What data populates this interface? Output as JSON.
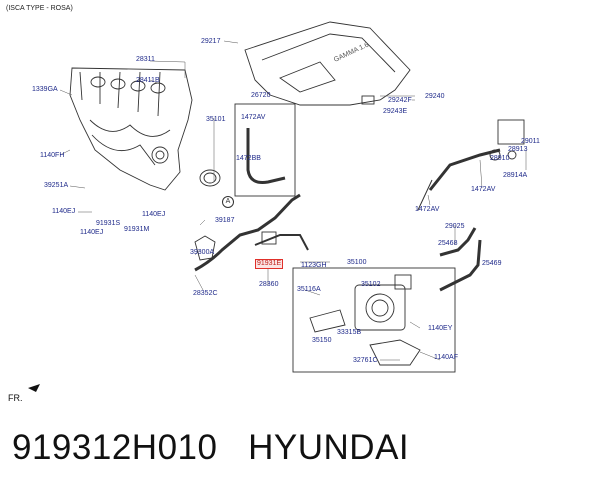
{
  "header": {
    "text": "(ISCA TYPE - ROSA)"
  },
  "direction_label": "FR.",
  "reference_marker": "A",
  "part_title": "919312H010   HYUNDAI",
  "parts": {
    "p29217": "29217",
    "p28311": "28311",
    "p28411B": "28411B",
    "p1339GA": "1339GA",
    "p1140FH": "1140FH",
    "p39251A": "39251A",
    "p1140EJ_a": "1140EJ",
    "p91931S": "91931S",
    "p1140EJ_b": "1140EJ",
    "p1140EJ_c": "1140EJ",
    "p91931M": "91931M",
    "p39187": "39187",
    "p39300A": "39300A",
    "p28352C": "28352C",
    "p35101": "35101",
    "p26720": "26720",
    "p1472AV_a": "1472AV",
    "p1472BB": "1472BB",
    "p29242F": "29242F",
    "p29243E": "29243E",
    "p29240": "29240",
    "p29011": "29011",
    "p28910": "28910",
    "p28913": "28913",
    "p28914A": "28914A",
    "p1472AV_b": "1472AV",
    "p1472AV_c": "1472AV",
    "p29025": "29025",
    "p25468": "25468",
    "p25469": "25469",
    "p91931E": "91931E",
    "p1123GH": "1123GH",
    "p28360": "28360",
    "p35100": "35100",
    "p35116A": "35116A",
    "p35102": "35102",
    "p33315B": "33315B",
    "p35150": "35150",
    "p1140EY": "1140EY",
    "p32761C": "32761C",
    "p1140AF": "1140AF"
  },
  "colors": {
    "label": "#1f2a8a",
    "highlight": "#e0302a",
    "lines": "#333333"
  }
}
